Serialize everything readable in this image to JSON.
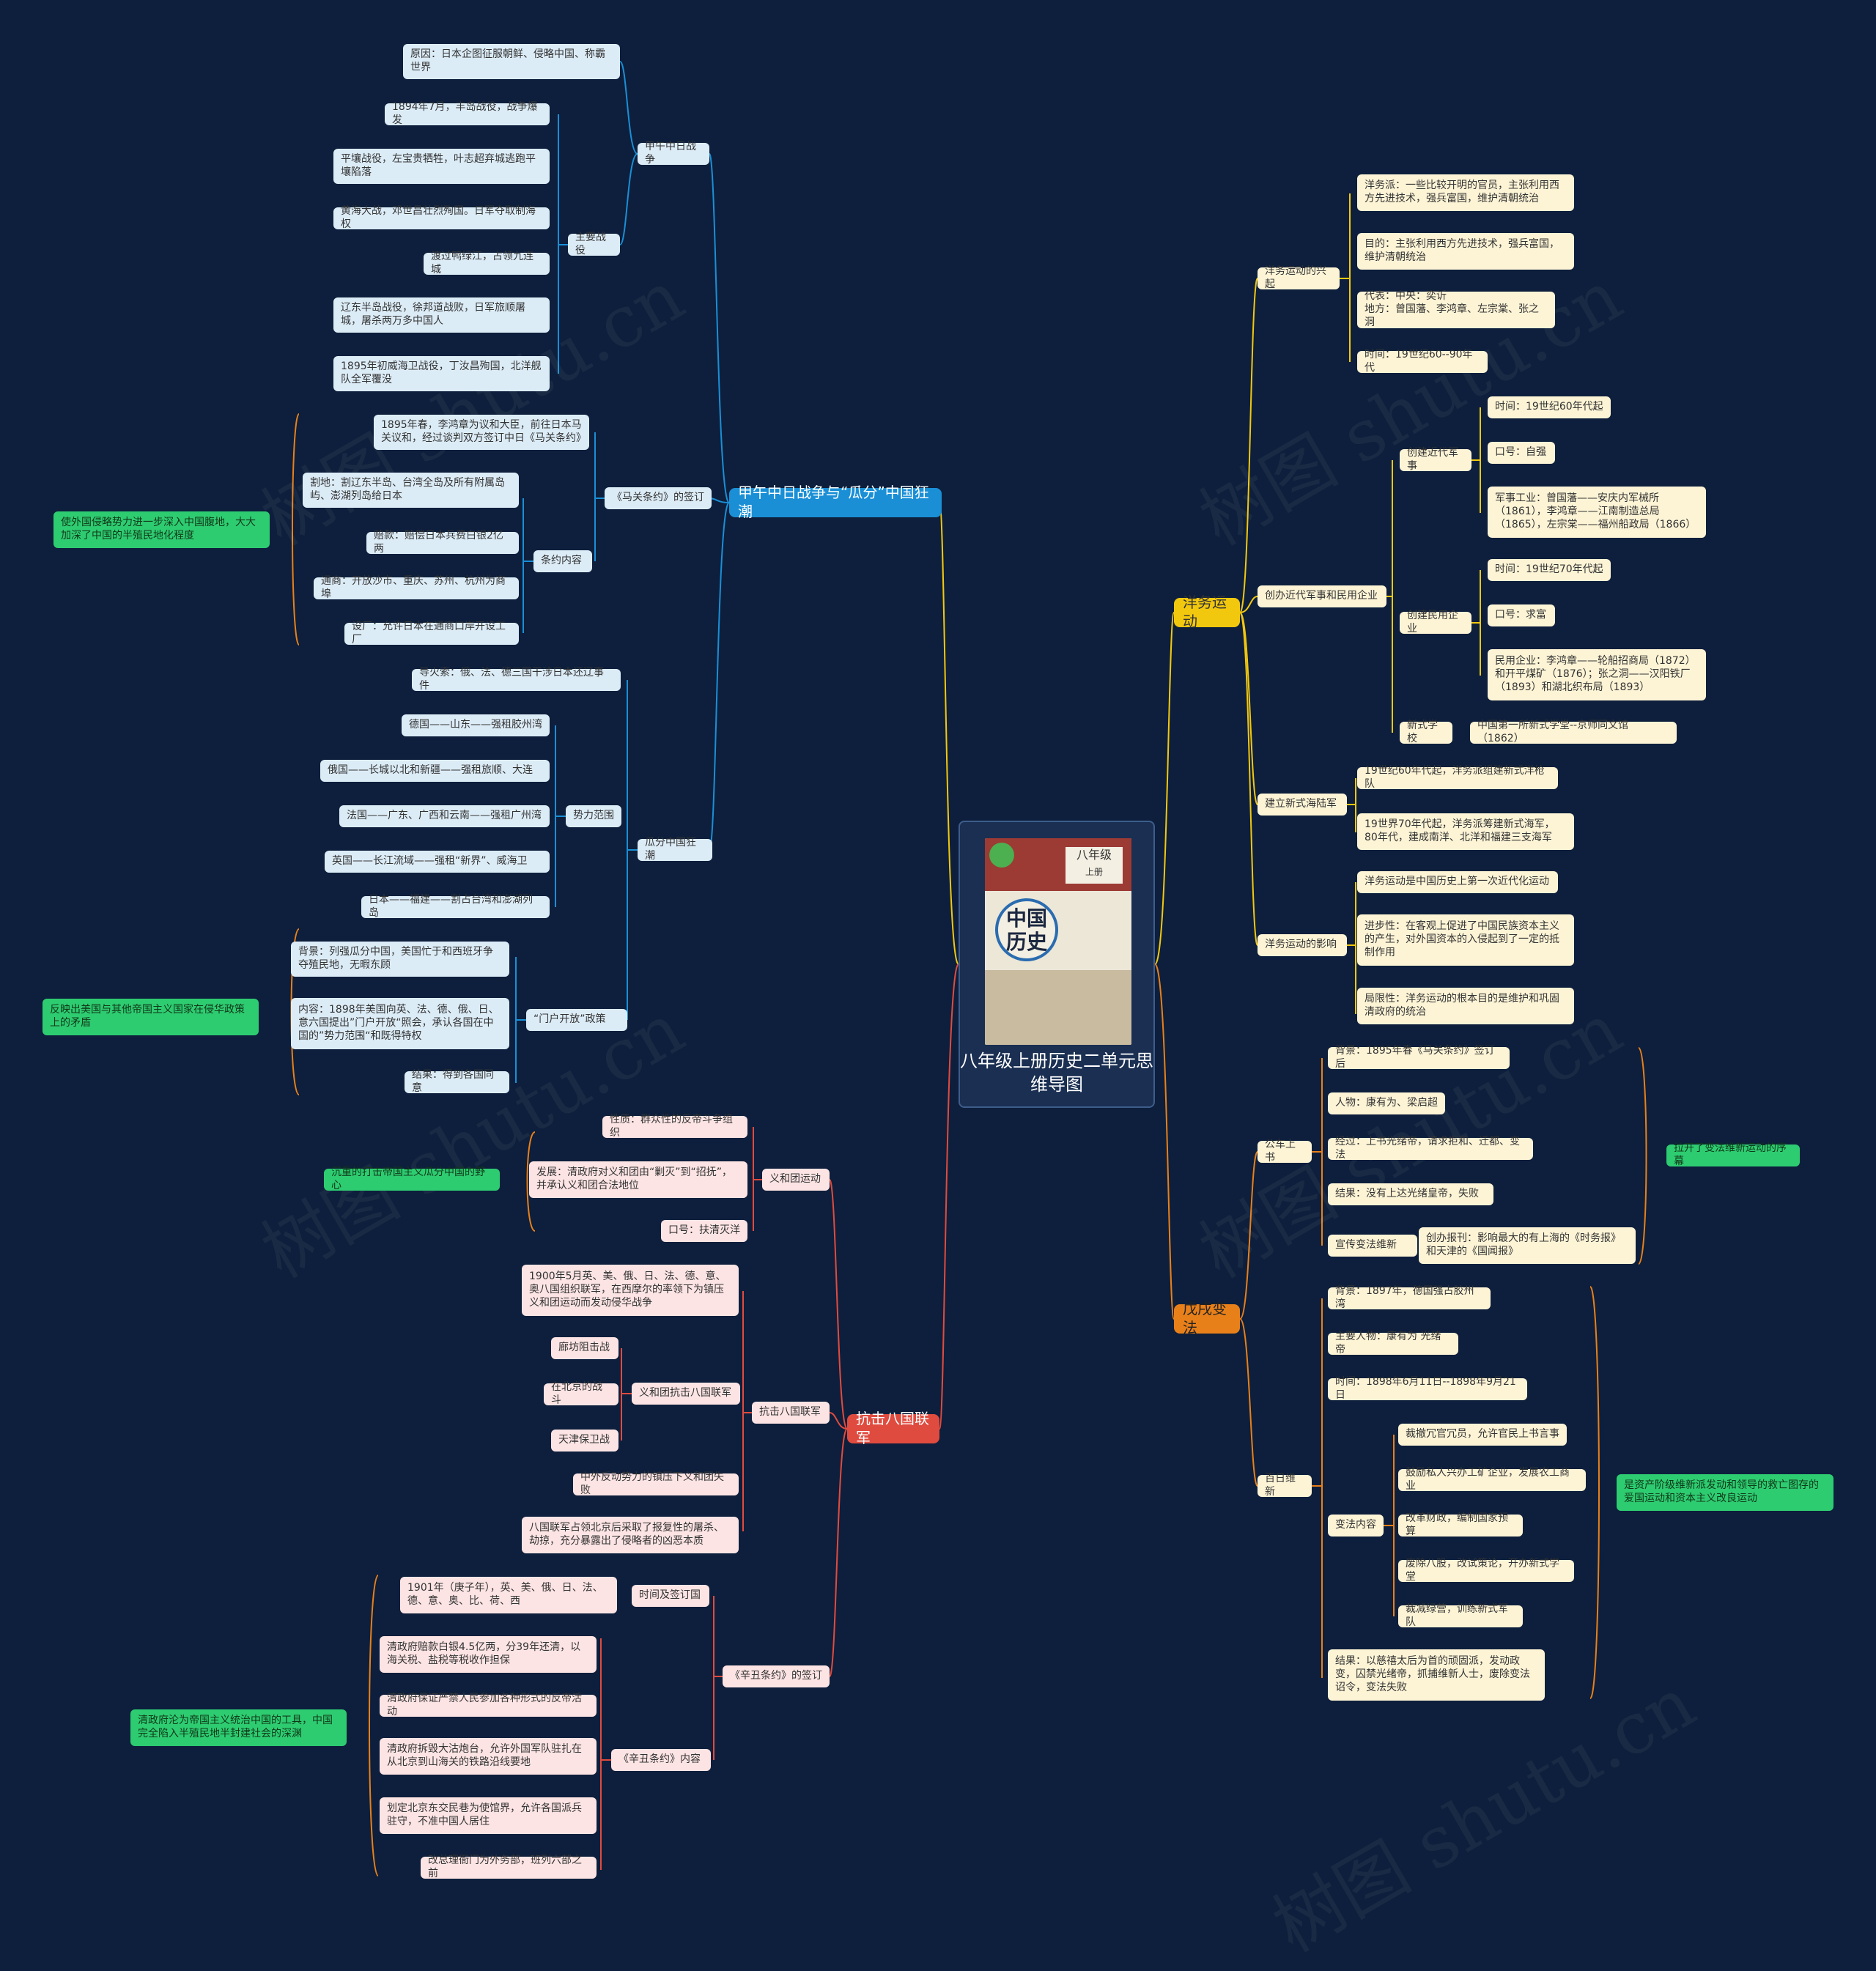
{
  "center_title": "八年级上册历史二单元思维导图",
  "book": {
    "grade": "八年级",
    "volume": "上册",
    "title": "中国历史"
  },
  "watermark": "树图 shutu.cn",
  "branches": {
    "b1": "甲午中日战争与“瓜分”中国狂潮",
    "b2": "抗击八国联军",
    "b3": "洋务运动",
    "b4": "戊戌变法"
  },
  "b1": {
    "war": "甲午中日战争",
    "cause": "原因：日本企图征服朝鲜、侵略中国、称霸世界",
    "battles_label": "主要战役",
    "battles": [
      "1894年7月，丰岛战役，战争爆发",
      "平壤战役，左宝贵牺牲，叶志超弃城逃跑平壤陷落",
      "黄海大战，邓世昌壮烈殉国。日军夺取制海权",
      "渡过鸭绿江，占领九连城",
      "辽东半岛战役，徐邦道战败，日军旅顺屠城，屠杀两万多中国人",
      "1895年初威海卫战役，丁汝昌殉国，北洋舰队全军覆没"
    ],
    "treaty": "《马关条约》的签订",
    "treaty_sign": "1895年春，李鸿章为议和大臣，前往日本马关议和，经过谈判双方签订中日《马关条约》",
    "terms_label": "条约内容",
    "terms": [
      "割地：割辽东半岛、台湾全岛及所有附属岛屿、澎湖列岛给日本",
      "赔款：赔偿日本兵费白银2亿两",
      "通商：开放沙市、重庆、苏州、杭州为商埠",
      "设厂：允许日本在通商口岸开设工厂"
    ],
    "treaty_effect": "使外国侵略势力进一步深入中国腹地，大大加深了中国的半殖民地化程度",
    "partition": "瓜分中国狂潮",
    "fuse": "导火索：俄、法、德三国干涉日本还辽事件",
    "sphere_label": "势力范围",
    "spheres": [
      "德国——山东——强租胶州湾",
      "俄国——长城以北和新疆——强租旅顺、大连",
      "法国——广东、广西和云南——强租广州湾",
      "英国——长江流域——强租“新界”、威海卫",
      "日本——福建——割占台湾和澎湖列岛"
    ],
    "opendoor": "“门户开放”政策",
    "opendoor_items": [
      "背景：列强瓜分中国，美国忙于和西班牙争夺殖民地，无暇东顾",
      "内容：1898年美国向英、法、德、俄、日、意六国提出”门户开放“照会，承认各国在中国的”势力范围“和既得特权",
      "结果：得到各国同意"
    ],
    "opendoor_effect": "反映出美国与其他帝国主义国家在侵华政策上的矛盾"
  },
  "b2": {
    "boxer": "义和团运动",
    "boxer_items": [
      "性质：群众性的反帝斗争组织",
      "发展：清政府对义和团由“剿灭”到“招抚”，并承认义和团合法地位",
      "口号：扶清灭洋"
    ],
    "boxer_effect": "沉重的打击帝国主义瓜分中国的野心",
    "resist": "抗击八国联军",
    "resist_items": [
      "1900年5月英、美、俄、日、法、德、意、奥八国组织联军，在西摩尔的率领下为镇压义和团运动而发动侵华战争",
      "中外反动势力的镇压下义和团失败",
      "八国联军占领北京后采取了报复性的屠杀、劫掠，充分暴露出了侵略者的凶恶本质"
    ],
    "fight_label": "义和团抗击八国联军",
    "fights": [
      "廊坊阻击战",
      "在北京的战斗",
      "天津保卫战"
    ],
    "xinchou": "《辛丑条约》的签订",
    "time_label": "时间及签订国",
    "time_text": "1901年（庚子年），英、美、俄、日、法、德、意、奥、比、荷、西",
    "content_label": "《辛丑条约》内容",
    "contents": [
      "清政府赔款白银4.5亿两，分39年还清，以海关税、盐税等税收作担保",
      "清政府保证严禁人民参加各种形式的反帝活动",
      "清政府拆毁大沽炮台，允许外国军队驻扎在从北京到山海关的铁路沿线要地",
      "划定北京东交民巷为使馆界，允许各国派兵驻守，不准中国人居住",
      "改总理衙门为外务部，班列六部之前"
    ],
    "xinchou_effect": "清政府沦为帝国主义统治中国的工具，中国完全陷入半殖民地半封建社会的深渊"
  },
  "b3": {
    "rise": "洋务运动的兴起",
    "rise_items": [
      "洋务派：一些比较开明的官员，主张利用西方先进技术，强兵富国，维护清朝统治",
      "目的：主张利用西方先进技术，强兵富国，维护清朝统治",
      "代表：中央：奕䜣\n地方：曾国藩、李鸿章、左宗棠、张之洞",
      "时间：19世纪60--90年代"
    ],
    "industry": "创办近代军事和民用企业",
    "military": "创建近代军事",
    "military_items": [
      "时间：19世纪60年代起",
      "口号：自强",
      "军事工业：曾国藩——安庆内军械所（1861），李鸿章——江南制造总局（1865），左宗棠——福州船政局（1866）"
    ],
    "civil": "创建民用企业",
    "civil_items": [
      "时间：19世纪70年代起",
      "口号：求富",
      "民用企业：李鸿章——轮船招商局（1872）和开平煤矿（1876）；张之洞——汉阳铁厂（1893）和湖北织布局（1893）"
    ],
    "school": "新式学校",
    "school_item": "中国第一所新式学堂--京师同文馆（1862）",
    "navy": "建立新式海陆军",
    "navy_items": [
      "19世纪60年代起，洋务派组建新式洋枪队",
      "19世界70年代起，洋务派筹建新式海军，80年代，建成南洋、北洋和福建三支海军"
    ],
    "impact": "洋务运动的影响",
    "impact_items": [
      "洋务运动是中国历史上第一次近代化运动",
      "进步性：在客观上促进了中国民族资本主义的产生，对外国资本的入侵起到了一定的抵制作用",
      "局限性：洋务运动的根本目的是维护和巩固清政府的统治"
    ]
  },
  "b4": {
    "petition": "公车上书",
    "petition_items": [
      "背景：1895年春《马关条约》签订后",
      "人物：康有为、梁启超",
      "经过：上书光绪帝，请求拒和、迁都、变法",
      "结果：没有上达光绪皇帝，失败"
    ],
    "propaganda": "宣传变法维新",
    "propaganda_item": "创办报刊：影响最大的有上海的《时务报》和天津的《国闻报》",
    "petition_effect": "拉开了变法维新运动的序幕",
    "reform": "百日维新",
    "reform_items": [
      "背景：1897年，德国强占胶州湾",
      "主要人物：康有为 光绪帝",
      "时间：1898年6月11日--1898年9月21日",
      "结果：以慈禧太后为首的顽固派，发动政变，囚禁光绪帝，抓捕维新人士，废除变法诏令，变法失败"
    ],
    "reform_label": "变法内容",
    "reform_contents": [
      "裁撤冗官冗员，允许官民上书言事",
      "鼓励私人兴办工矿企业，发展农工商业",
      "改革财政，编制国家预算",
      "废除八股，改试策论，开办新式学堂",
      "裁减绿营，训练新式军队"
    ],
    "reform_effect": "是资产阶级维新派发动和领导的救亡图存的爱国运动和资本主义改良运动"
  },
  "colors": {
    "background": "#0d1f3c",
    "blue": "#1a8fd6",
    "yellow": "#f2c80f",
    "orange": "#e8801a",
    "red": "#e04b3f",
    "green": "#2ecc71"
  }
}
